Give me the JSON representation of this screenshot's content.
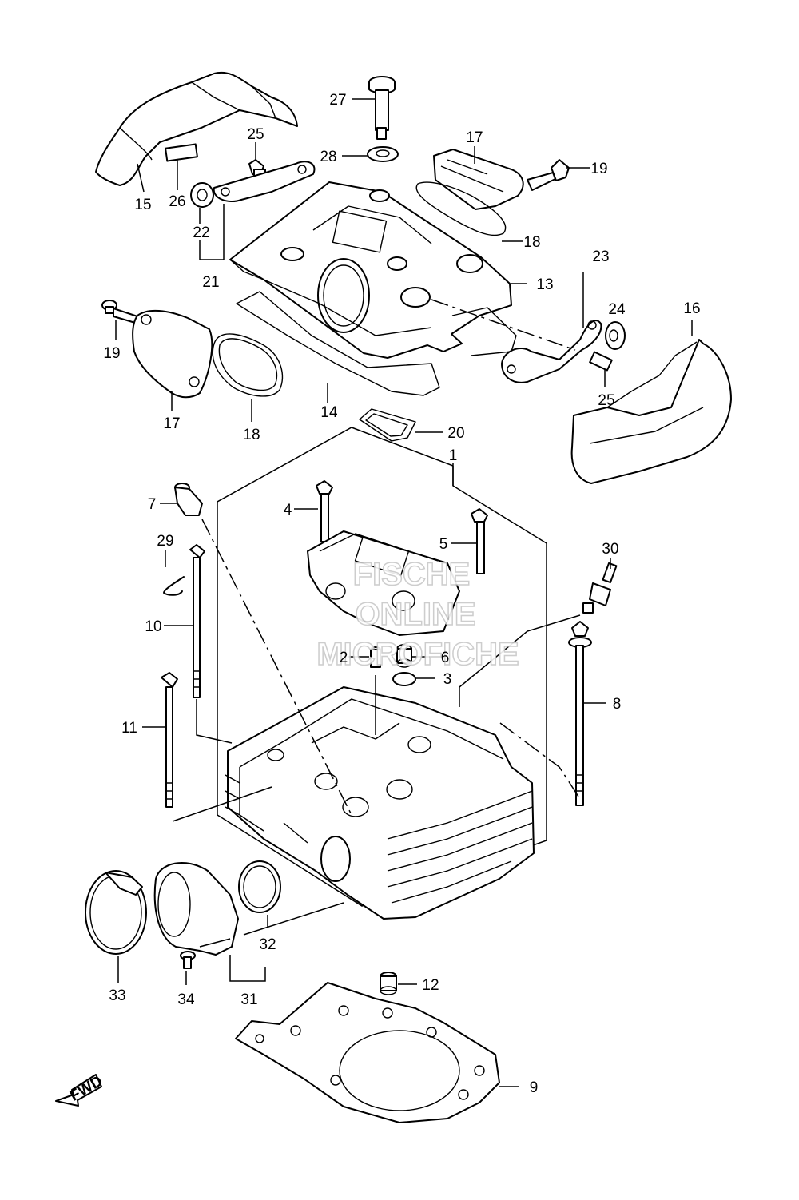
{
  "diagram": {
    "callouts": [
      "1",
      "2",
      "3",
      "4",
      "5",
      "6",
      "7",
      "8",
      "9",
      "10",
      "11",
      "12",
      "13",
      "14",
      "15",
      "16",
      "17",
      "17",
      "18",
      "18",
      "19",
      "19",
      "20",
      "21",
      "22",
      "23",
      "24",
      "25",
      "25",
      "26",
      "27",
      "28",
      "29",
      "30",
      "31",
      "32",
      "33",
      "34"
    ],
    "watermark": [
      "FISCHE",
      "ONLINE",
      "MICROFICHE"
    ],
    "fwd_label": "FWD"
  }
}
